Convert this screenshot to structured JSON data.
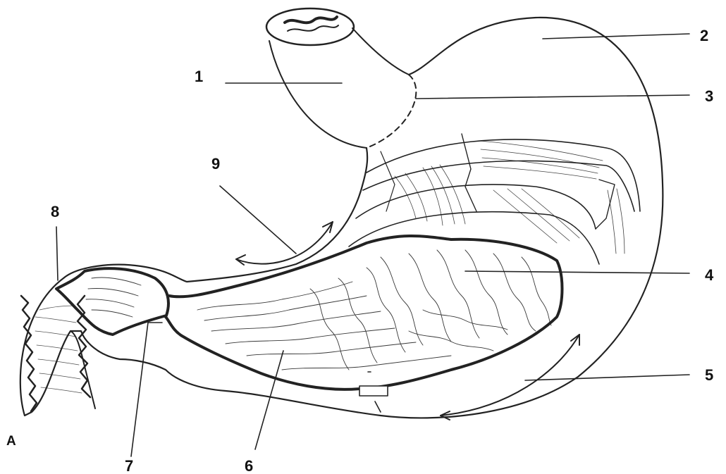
{
  "diagram": {
    "panel_letter": "A",
    "labels": [
      "1",
      "2",
      "3",
      "4",
      "5",
      "6",
      "7",
      "8",
      "9"
    ],
    "colors": {
      "line": "#222222",
      "background": "#ffffff"
    }
  }
}
